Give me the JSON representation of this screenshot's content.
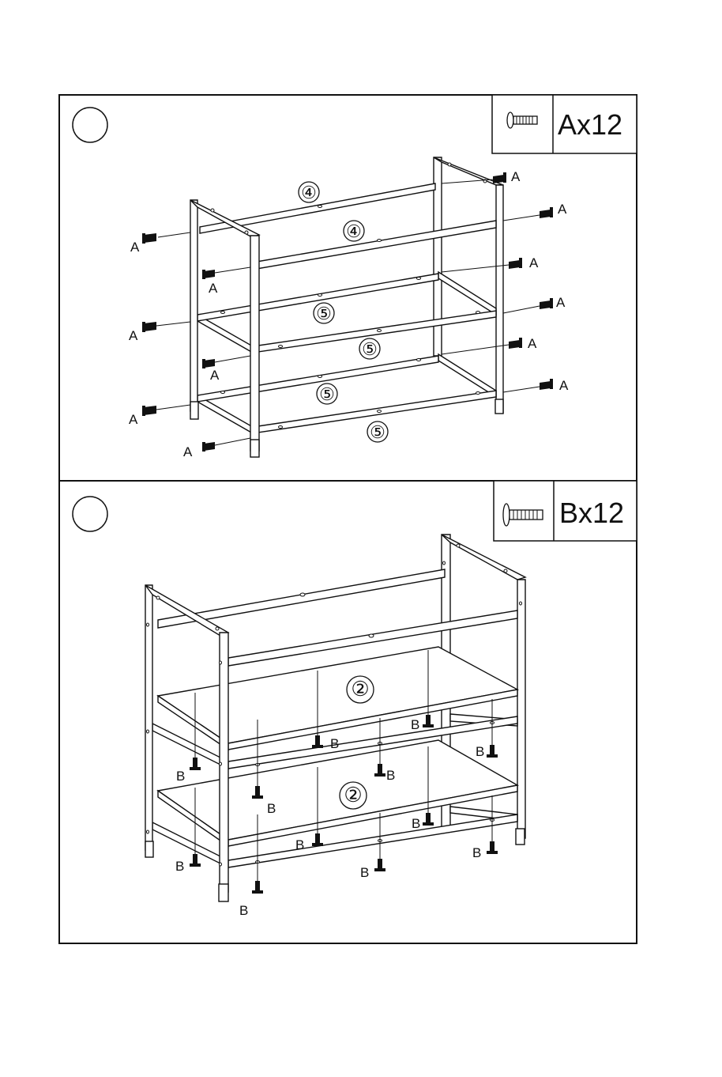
{
  "steps": [
    {
      "hardware": {
        "icon": "screw-a-icon",
        "label": "Ax12"
      },
      "part_labels": [
        "④",
        "④",
        "⑤",
        "⑤",
        "⑤",
        "⑤"
      ],
      "screw_label": "A"
    },
    {
      "hardware": {
        "icon": "screw-b-icon",
        "label": "Bx12"
      },
      "part_labels": [
        "②",
        "②"
      ],
      "screw_label": "B"
    }
  ]
}
